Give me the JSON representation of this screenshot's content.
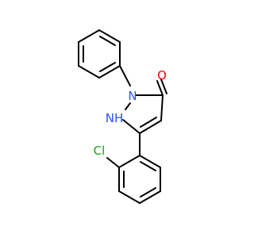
{
  "molecule": {
    "colors": {
      "bond": "#000000",
      "oxygen": "#ff0000",
      "nitrogen": "#3050f8",
      "chlorine": "#1fa31f",
      "background": "#ffffff"
    },
    "labels": {
      "oxygen": "O",
      "nitrogen_n1": "N",
      "nitrogen_nh": "NH",
      "chlorine": "Cl"
    }
  }
}
